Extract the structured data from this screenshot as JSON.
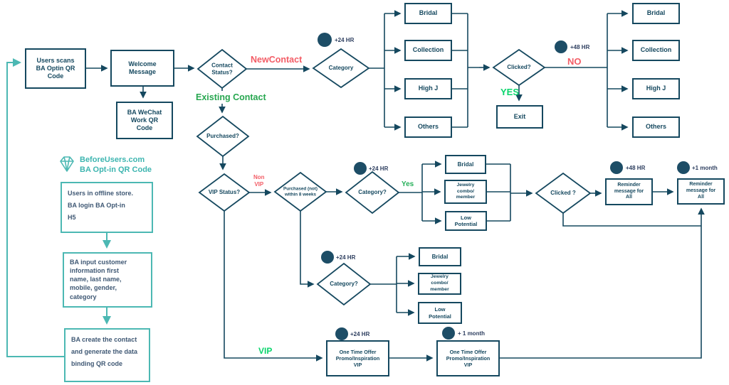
{
  "colors": {
    "navy": "#15485f",
    "teal": "#4cb8b3",
    "red": "#f35d66",
    "green_dark": "#27a750",
    "green_bright": "#0bd56d"
  },
  "brand": {
    "line1": "BeforeUsers.com",
    "line2": "BA Opt-in QR Code"
  },
  "steps": {
    "step1": "Users in offline store.\nBA login BA Opt-in\nH5",
    "step2": "BA input customer\ninformation first\nname, last name,\nmobile, gender,\ncategory",
    "step3": "BA create the contact\nand generate the data\nbinding QR code"
  },
  "nodes": {
    "users_scan": "Users scans\nBA Optin QR\nCode",
    "welcome": "Welcome\nMessage",
    "wechat_qr": "BA WeChat\nWork QR\nCode",
    "bridal_1": "Bridal",
    "collection_1": "Collection",
    "high_j_1": "High J",
    "others_1": "Others",
    "exit": "Exit",
    "bridal_2": "Bridal",
    "collection_2": "Collection",
    "high_j_2": "High J",
    "others_2": "Others",
    "bridal_mid": "Bridal",
    "jewelry_mid": "Jewelry\ncombo/\nmember",
    "low_potential_mid": "Low\nPotential",
    "reminder_1": "Reminder\nmessage for\nAll",
    "reminder_2": "Reminder\nmessage for\nAll",
    "bridal_low": "Bridal",
    "jewelry_low": "Jewelry\ncombo/\nmember",
    "low_potential_low": "Low\nPotential",
    "offer_1": "One Time Offer\nPromo/Inspiration\nVIP",
    "offer_2": "One Time Offer\nPromo/Inspiration\nVIP"
  },
  "decisions": {
    "contact_status": "Contact\nStatus?",
    "category_top": "Category",
    "clicked_top": "Clicked?",
    "purchased": "Purchased?",
    "vip_status": "VIP Status?",
    "purchased_8weeks": "Purchased (not)\nwithin 8 weeks",
    "category_mid": "Category?",
    "clicked_mid": "Clicked ?",
    "category_low": "Category?"
  },
  "labels": {
    "new_contact": "NewContact",
    "existing_contact": "Existing Contact",
    "yes_top": "YES",
    "no_top": "NO",
    "non_vip": "Non\nVIP",
    "yes_mid": "Yes",
    "vip": "VIP"
  },
  "timers": {
    "category_top": "+24 HR",
    "no_branch": "+48 HR",
    "category_mid": "+24 HR",
    "reminder_1": "+48 HR",
    "reminder_2": "+1 month",
    "category_low": "+24 HR",
    "offer_1": "+24 HR",
    "offer_2": "+ 1 month"
  }
}
